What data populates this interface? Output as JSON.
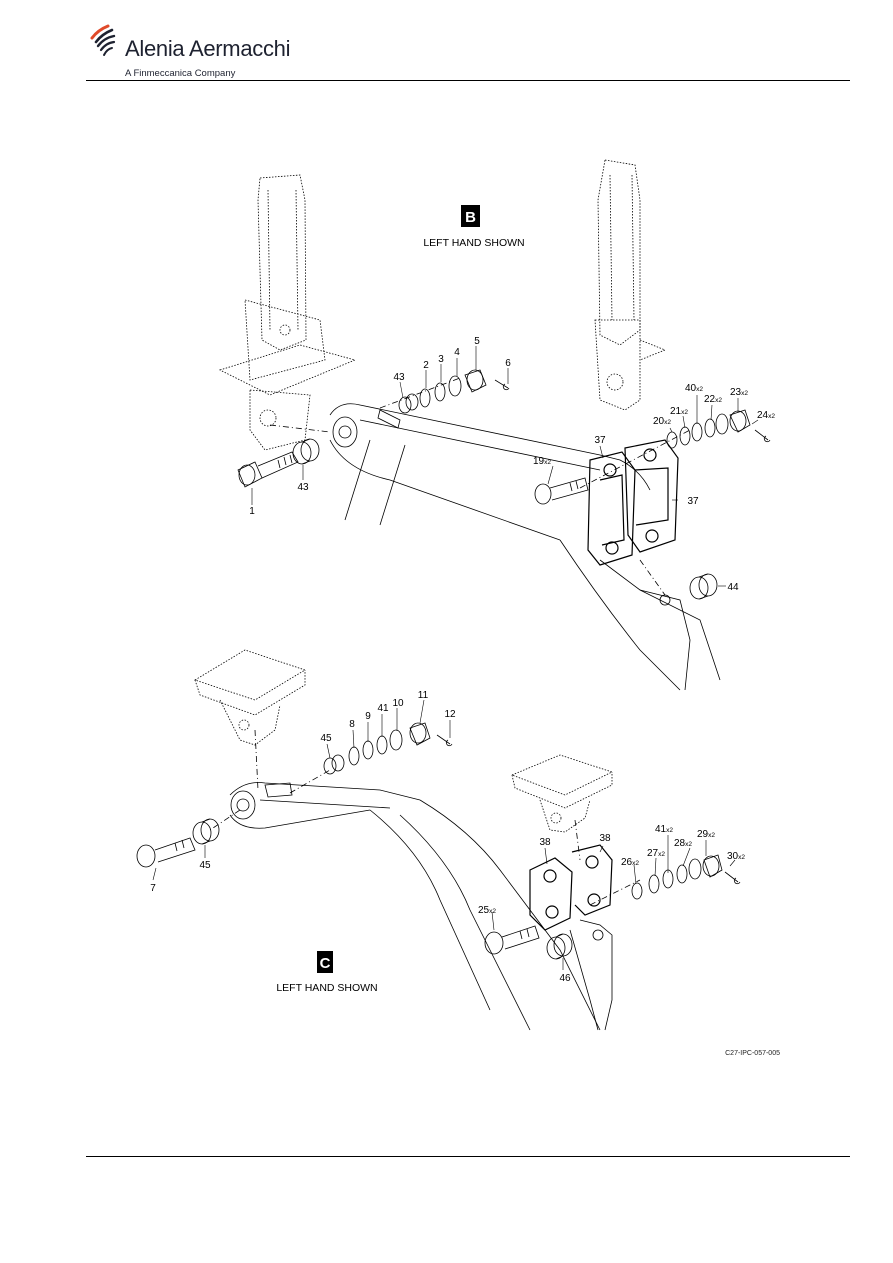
{
  "header": {
    "company_name": "Alenia Aermacchi",
    "company_subtitle": "A Finmeccanica Company"
  },
  "views": [
    {
      "letter": "B",
      "caption": "LEFT HAND SHOWN"
    },
    {
      "letter": "C",
      "caption": "LEFT HAND SHOWN"
    }
  ],
  "callouts": [
    {
      "num": "1",
      "qty": ""
    },
    {
      "num": "43",
      "qty": ""
    },
    {
      "num": "43",
      "qty": ""
    },
    {
      "num": "2",
      "qty": ""
    },
    {
      "num": "3",
      "qty": ""
    },
    {
      "num": "4",
      "qty": ""
    },
    {
      "num": "5",
      "qty": ""
    },
    {
      "num": "6",
      "qty": ""
    },
    {
      "num": "37",
      "qty": ""
    },
    {
      "num": "37",
      "qty": ""
    },
    {
      "num": "19",
      "qty": "x2"
    },
    {
      "num": "20",
      "qty": "x2"
    },
    {
      "num": "21",
      "qty": "x2"
    },
    {
      "num": "40",
      "qty": "x2"
    },
    {
      "num": "22",
      "qty": "x2"
    },
    {
      "num": "23",
      "qty": "x2"
    },
    {
      "num": "24",
      "qty": "x2"
    },
    {
      "num": "44",
      "qty": ""
    },
    {
      "num": "45",
      "qty": ""
    },
    {
      "num": "8",
      "qty": ""
    },
    {
      "num": "9",
      "qty": ""
    },
    {
      "num": "41",
      "qty": ""
    },
    {
      "num": "10",
      "qty": ""
    },
    {
      "num": "11",
      "qty": ""
    },
    {
      "num": "12",
      "qty": ""
    },
    {
      "num": "7",
      "qty": ""
    },
    {
      "num": "45",
      "qty": ""
    },
    {
      "num": "38",
      "qty": ""
    },
    {
      "num": "38",
      "qty": ""
    },
    {
      "num": "41",
      "qty": "x2"
    },
    {
      "num": "29",
      "qty": "x2"
    },
    {
      "num": "28",
      "qty": "x2"
    },
    {
      "num": "27",
      "qty": "x2"
    },
    {
      "num": "26",
      "qty": "x2"
    },
    {
      "num": "30",
      "qty": "x2"
    },
    {
      "num": "25",
      "qty": "x2"
    },
    {
      "num": "46",
      "qty": ""
    }
  ],
  "figure_code": "C27-IPC-057-005"
}
